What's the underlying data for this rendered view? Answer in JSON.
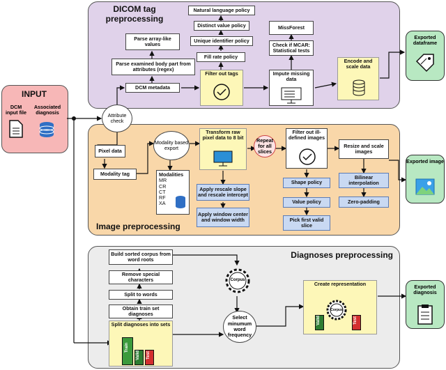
{
  "input": {
    "title": "INPUT",
    "dcm_label": "DCM input file",
    "diag_label": "Associated diagnosis"
  },
  "attribute_check": "Attribute check",
  "dicom": {
    "title": "DICOM tag preprocessing",
    "dcm_metadata": "DCM metadata",
    "parse_body": "Parse examined body part from attributes (regex)",
    "parse_array": "Parse array-like values",
    "filter_tags": "Filter out tags",
    "fill_rate": "Fill rate policy",
    "unique_id": "Unique identifier policy",
    "distinct": "Distinct value policy",
    "natural": "Natural language policy",
    "impute": "Impute missing data",
    "mcar": "Check if MCAR: Statistical tests",
    "missforest": "MissForest",
    "encode": "Encode and scale data"
  },
  "exported_dataframe": "Exported dataframe",
  "image": {
    "title": "Image preprocessing",
    "pixel_data": "Pixel data",
    "modality_tag": "Modality tag",
    "modality_export": "Modality based export",
    "modalities_title": "Modalities",
    "modalities": [
      "MR",
      "CR",
      "CT",
      "RF",
      "XA"
    ],
    "transform": "Transform raw pixel data to 8 bit",
    "rescale": "Apply  rescale slope and rescale intercept",
    "window": "Apply window center and window width",
    "repeat": "Repeat for all slices",
    "filter_ill": "Filter out ill-defined images",
    "shape": "Shape policy",
    "value": "Value policy",
    "pick": "Pick first valid slice",
    "resize": "Resize and scale images",
    "bilinear": "Bilinear interpolation",
    "zero_pad": "Zero-padding"
  },
  "exported_image": "Exported image",
  "diagnoses": {
    "title": "Diagnoses preprocessing",
    "build": "Build sorted corpus from word roots",
    "remove": "Remove special characters",
    "split_words": "Split to words",
    "obtain": "Obtain train set diagnoses",
    "split_sets": "Split diagnoses into sets",
    "corpus": "Corpus",
    "select_min": "Select minumum word frequency",
    "create_rep": "Create representation",
    "train": "Train",
    "valid": "Valid",
    "test": "Test"
  },
  "exported_diagnosis": "Exported diagnosis",
  "colors": {
    "dicom_bg": "#e0d2ea",
    "image_bg": "#f9d7a9",
    "diag_bg": "#ececec",
    "input_bg": "#f7b7b7",
    "export_bg": "#b8e8c2",
    "blue": "#c9d9f2",
    "yellow": "#fdf7b8",
    "train": "#3c9a3c",
    "valid": "#2e7d32",
    "test": "#d32f2f"
  }
}
